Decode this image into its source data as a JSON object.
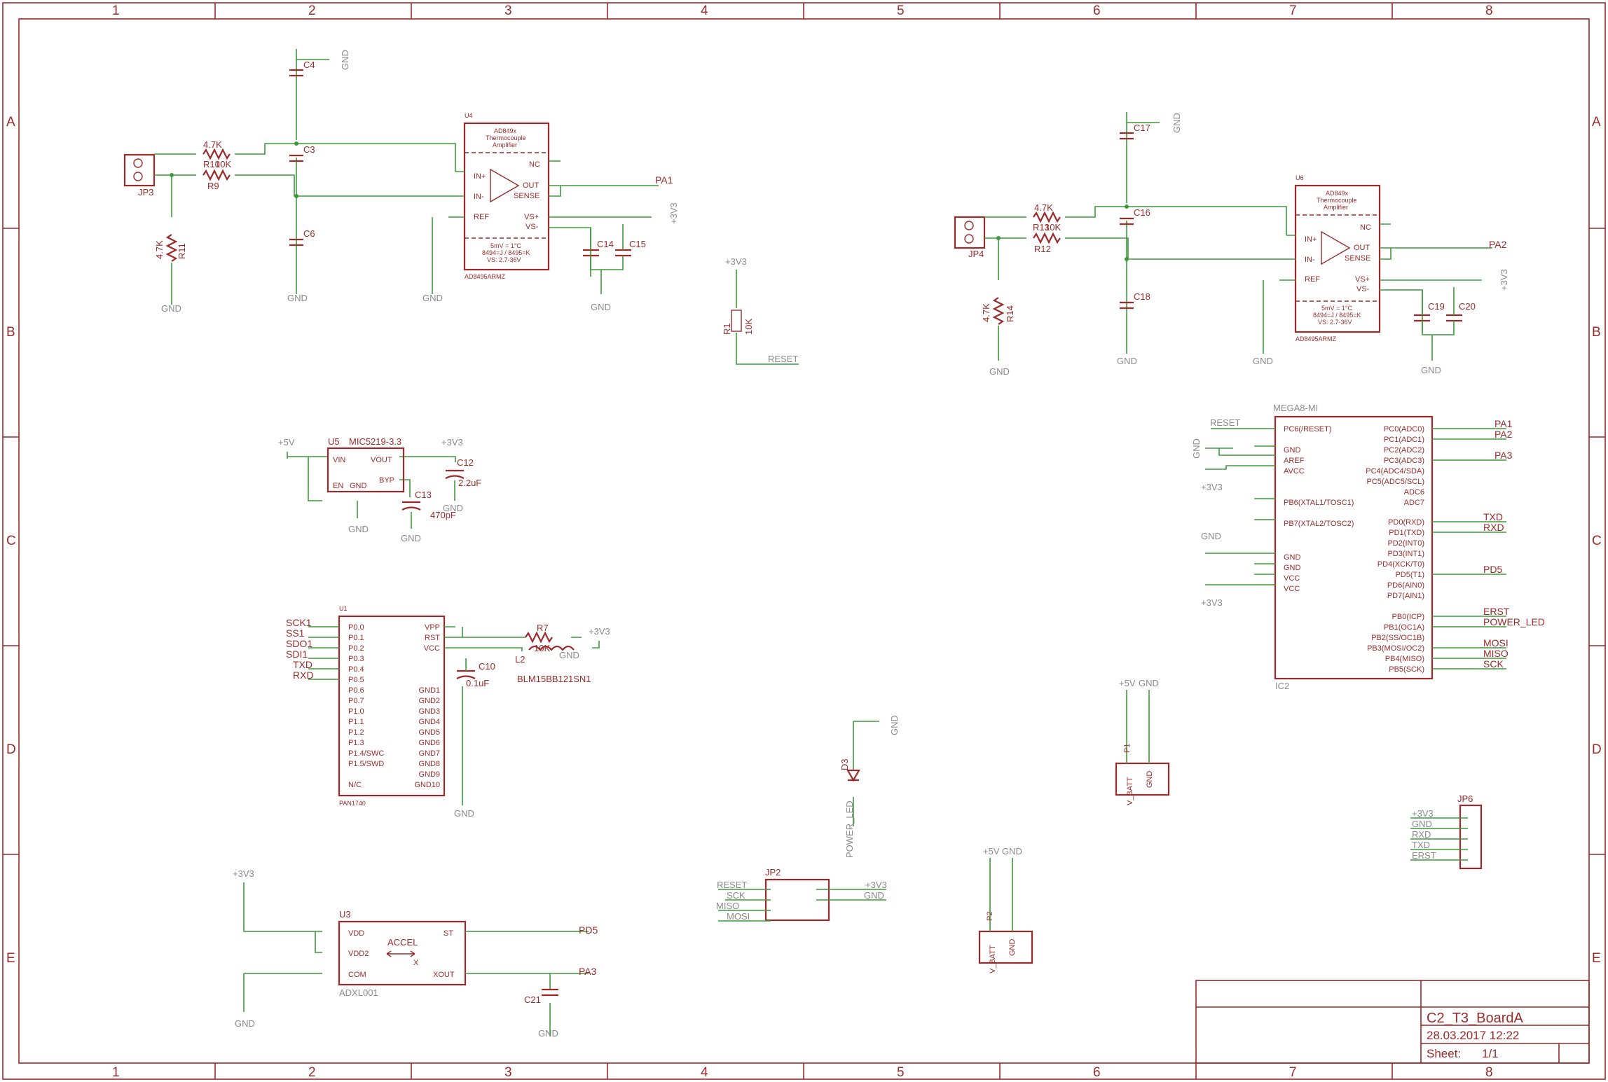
{
  "frame": {
    "columns": [
      "1",
      "2",
      "3",
      "4",
      "5",
      "6",
      "7",
      "8"
    ],
    "rows": [
      "A",
      "B",
      "C",
      "D",
      "E"
    ]
  },
  "title_block": {
    "name": "C2_T3_BoardA",
    "date": "28.03.2017 12:22",
    "sheet_label": "Sheet:",
    "sheet_value": "1/1"
  },
  "power": {
    "gnd": "GND",
    "v33": "+3V3",
    "v5": "+5V"
  },
  "thermo1": {
    "ref": "U4",
    "part": "AD8495ARMZ",
    "title1": "AD849x",
    "title2": "Thermocouple",
    "title3": "Amplifier",
    "in_plus": "IN+",
    "in_minus": "IN-",
    "ref_pin": "REF",
    "nc": "NC",
    "out": "OUT",
    "sense": "SENSE",
    "vsp": "VS+",
    "vsm": "VS-",
    "spec1": "5mV = 1°C",
    "spec2": "8494=J / 8495=K",
    "spec3": "VS: 2.7-36V",
    "net_out": "PA1",
    "jp": "JP3",
    "r_top": "4.7K",
    "r_mid": "R10",
    "r_mid_val": "10K",
    "r_bot": "R9",
    "r11": "R11",
    "r11_val": "4.7K",
    "c_top": "C4",
    "c_mid": "C3",
    "c_bot": "C6",
    "c_a": "C14",
    "c_b": "C15"
  },
  "thermo2": {
    "ref": "U6",
    "part": "AD8495ARMZ",
    "title1": "AD849x",
    "title2": "Thermocouple",
    "title3": "Amplifier",
    "in_plus": "IN+",
    "in_minus": "IN-",
    "ref_pin": "REF",
    "nc": "NC",
    "out": "OUT",
    "sense": "SENSE",
    "vsp": "VS+",
    "vsm": "VS-",
    "spec1": "5mV = 1°C",
    "spec2": "8494=J / 8495=K",
    "spec3": "VS: 2.7-36V",
    "net_out": "PA2",
    "jp": "JP4",
    "r_top": "4.7K",
    "r_mid": "R13",
    "r_mid_val": "10K",
    "r_bot": "R12",
    "r14": "R14",
    "r14_val": "4.7K",
    "c_top": "C17",
    "c_mid": "C16",
    "c_bot": "C18",
    "c_a": "C19",
    "c_b": "C20"
  },
  "reset_pullup": {
    "ref": "R1",
    "val": "10K",
    "net": "RESET"
  },
  "regulator": {
    "ref": "U5",
    "part": "MIC5219-3.3",
    "vin": "VIN",
    "vout": "VOUT",
    "en": "EN",
    "gnd": "GND",
    "byp": "BYP",
    "c12": "C12",
    "c12_val": "2.2uF",
    "c13": "C13",
    "c13_val": "470pF"
  },
  "radio": {
    "ref": "U1",
    "part": "PAN1740",
    "left_pins": [
      "P0.0",
      "P0.1",
      "P0.2",
      "P0.3",
      "P0.4",
      "P0.5",
      "P0.6",
      "P0.7",
      "P1.0",
      "P1.1",
      "P1.2",
      "P1.3",
      "P1.4/SWC",
      "P1.5/SWD",
      "N/C"
    ],
    "left_nets": [
      "SCK1",
      "SS1",
      "SDO1",
      "SDI1",
      "TXD",
      "RXD"
    ],
    "right_pins": [
      "VPP",
      "RST",
      "VCC",
      "GND1",
      "GND2",
      "GND3",
      "GND4",
      "GND5",
      "GND6",
      "GND7",
      "GND8",
      "GND9",
      "GND10"
    ],
    "r7": "R7",
    "r7_val": "10K",
    "c10": "C10",
    "c10_val": "0.1uF",
    "l2": "L2",
    "l2_val": "BLM15BB121SN1"
  },
  "mcu": {
    "ref": "IC2",
    "part": "MEGA8-MI",
    "left_pins": [
      "PC6(/RESET)",
      "GND",
      "AREF",
      "AVCC",
      "PB6(XTAL1/TOSC1)",
      "PB7(XTAL2/TOSC2)",
      "GND",
      "GND",
      "VCC",
      "VCC"
    ],
    "right_pins": [
      "PC0(ADC0)",
      "PC1(ADC1)",
      "PC2(ADC2)",
      "PC3(ADC3)",
      "PC4(ADC4/SDA)",
      "PC5(ADC5/SCL)",
      "ADC6",
      "ADC7",
      "PD0(RXD)",
      "PD1(TXD)",
      "PD2(INT0)",
      "PD3(INT1)",
      "PD4(XCK/T0)",
      "PD5(T1)",
      "PD6(AIN0)",
      "PD7(AIN1)",
      "PB0(ICP)",
      "PB1(OC1A)",
      "PB2(SS/OC1B)",
      "PB3(MOSI/OC2)",
      "PB4(MISO)",
      "PB5(SCK)"
    ],
    "nets_right": [
      "PA1",
      "PA2",
      "PA3",
      "TXD",
      "RXD",
      "PD5",
      "ERST",
      "POWER_LED",
      "MOSI",
      "MISO",
      "SCK"
    ],
    "net_reset": "RESET"
  },
  "led": {
    "ref": "D3",
    "net": "POWER_LED"
  },
  "isp": {
    "ref": "JP2",
    "left": [
      "RESET",
      "SCK",
      "MISO",
      "MOSI"
    ],
    "right": [
      "+3V3",
      "GND"
    ]
  },
  "batt1": {
    "ref": "P1",
    "a": "V_BATT",
    "b": "GND"
  },
  "batt2": {
    "ref": "P2",
    "a": "V_BATT",
    "b": "GND"
  },
  "serial": {
    "ref": "JP6",
    "pins": [
      "+3V3",
      "GND",
      "RXD",
      "TXD",
      "ERST"
    ]
  },
  "accel": {
    "ref": "U3",
    "part": "ADXL001",
    "vdd": "VDD",
    "vdd2": "VDD2",
    "com": "COM",
    "st": "ST",
    "xout": "XOUT",
    "label": "ACCEL",
    "axis": "X",
    "net_st": "PD5",
    "net_x": "PA3",
    "c21": "C21"
  }
}
